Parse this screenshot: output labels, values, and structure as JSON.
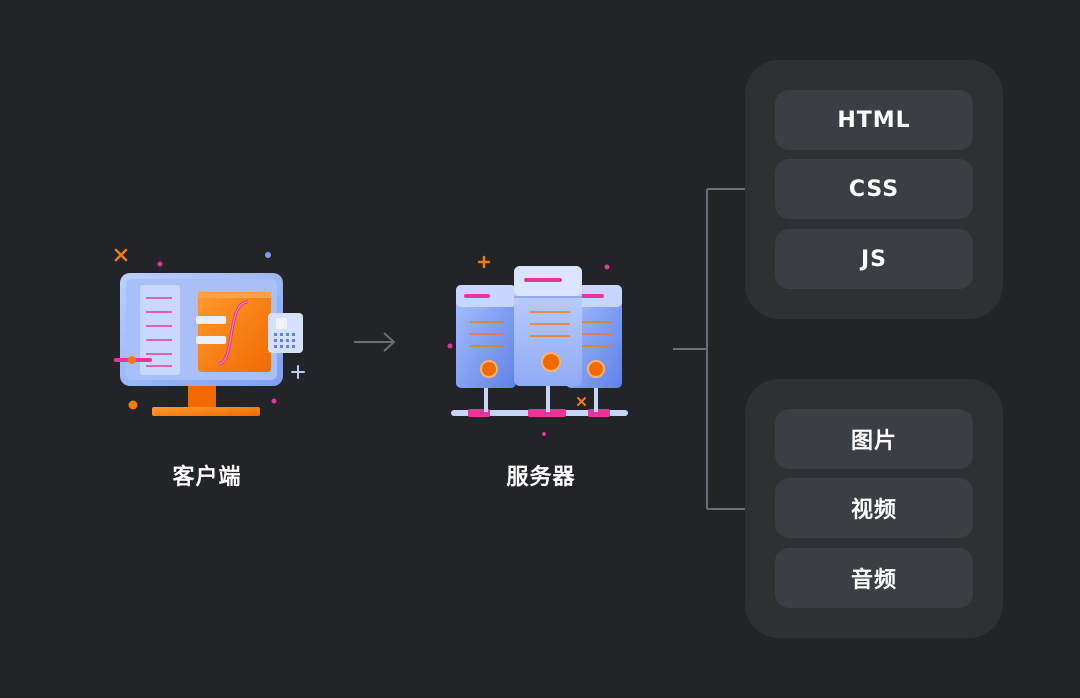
{
  "nodes": {
    "client": {
      "label": "客户端"
    },
    "server": {
      "label": "服务器"
    }
  },
  "groups": [
    {
      "items": [
        "HTML",
        "CSS",
        "JS"
      ]
    },
    {
      "items": [
        "图片",
        "视频",
        "音频"
      ]
    }
  ],
  "colors": {
    "background": "#222427",
    "group_bg": "#2e3134",
    "pill_bg": "#3b3e42",
    "connector": "#6b6e72",
    "accent_orange": "#f57a12",
    "accent_pink": "#e8359b",
    "accent_blue": "#7b9ef0"
  },
  "icons": {
    "client": "monitor-icon",
    "server": "server-rack-icon",
    "arrow": "arrow-right-icon"
  }
}
